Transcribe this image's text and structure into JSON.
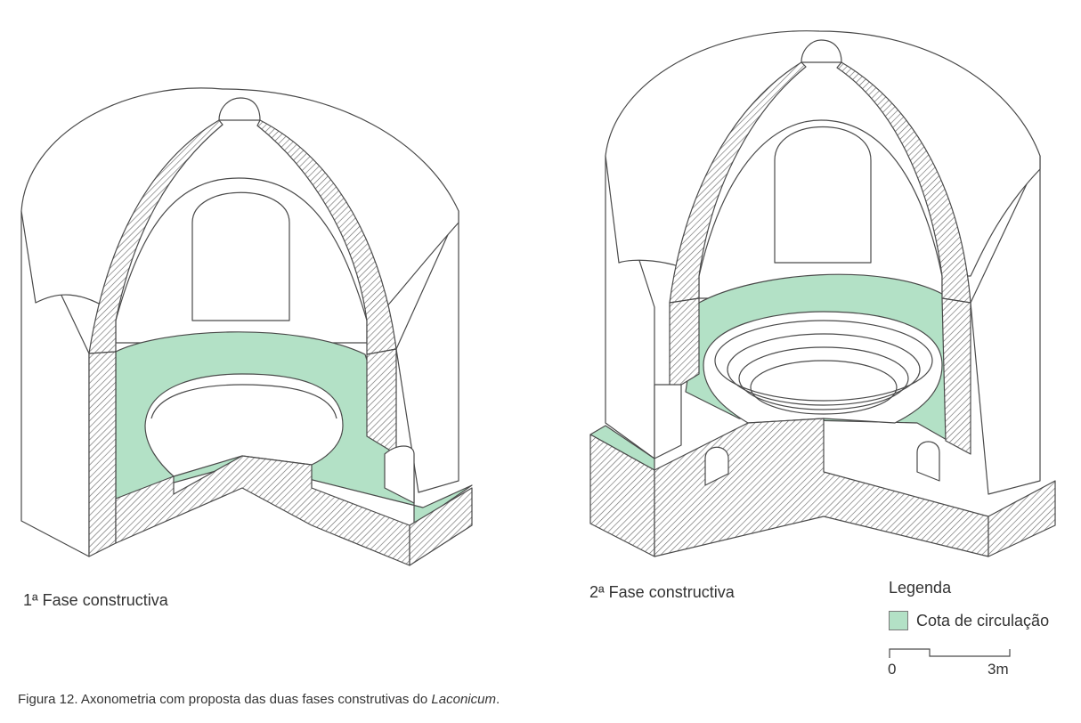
{
  "colors": {
    "circulation": "#b3e1c6",
    "line": "#4a4a4a",
    "hatch": "#6e6e6e",
    "background": "#ffffff"
  },
  "phases": [
    {
      "label": "1ª Fase constructiva"
    },
    {
      "label": "2ª Fase constructiva"
    }
  ],
  "legend": {
    "title": "Legenda",
    "item_label": "Cota de circulação",
    "scale_start": "0",
    "scale_end": "3m"
  },
  "caption": {
    "text": "Figura 12. Axonometria com proposta das duas fases construtivas do ",
    "italic": "Laconicum",
    "end": "."
  }
}
